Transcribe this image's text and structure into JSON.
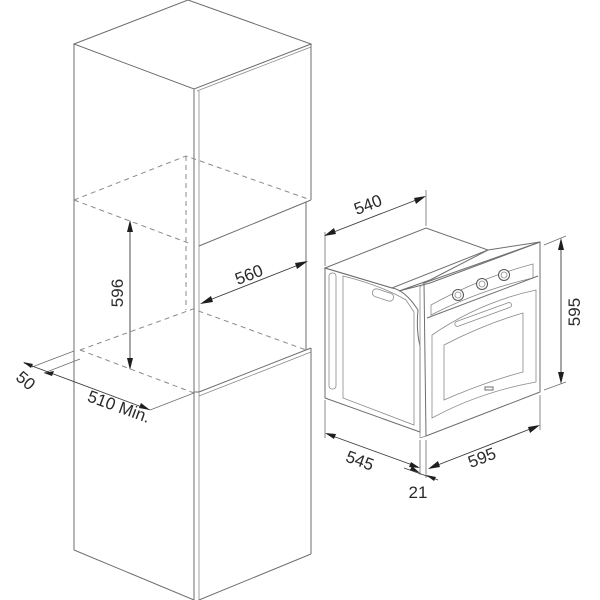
{
  "diagram": {
    "type": "built-in oven installation dimensions",
    "units": "mm",
    "cabinet": {
      "labels": {
        "niche_height": "596",
        "niche_width": "560",
        "depth_min": "510 Min.",
        "rear_gap": "50"
      }
    },
    "oven": {
      "labels": {
        "body_width": "540",
        "height": "595",
        "depth": "545",
        "front_width": "595",
        "front_panel_thickness": "21"
      },
      "knob_count": 3
    },
    "colors": {
      "line": "#6e6e6e",
      "dimension": "#3a3a3a",
      "text": "#2a2a2a",
      "background": "#ffffff"
    }
  }
}
